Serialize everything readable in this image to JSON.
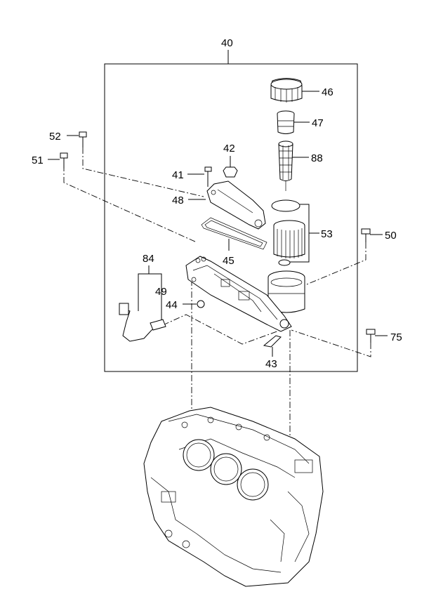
{
  "diagram": {
    "callouts": [
      {
        "id": "40",
        "text": "40"
      },
      {
        "id": "46",
        "text": "46"
      },
      {
        "id": "47",
        "text": "47"
      },
      {
        "id": "88",
        "text": "88"
      },
      {
        "id": "52",
        "text": "52"
      },
      {
        "id": "51",
        "text": "51"
      },
      {
        "id": "42",
        "text": "42"
      },
      {
        "id": "41",
        "text": "41"
      },
      {
        "id": "48",
        "text": "48"
      },
      {
        "id": "53",
        "text": "53"
      },
      {
        "id": "50",
        "text": "50"
      },
      {
        "id": "45",
        "text": "45"
      },
      {
        "id": "84",
        "text": "84"
      },
      {
        "id": "49",
        "text": "49"
      },
      {
        "id": "44",
        "text": "44"
      },
      {
        "id": "75",
        "text": "75"
      },
      {
        "id": "43",
        "text": "43"
      }
    ]
  }
}
